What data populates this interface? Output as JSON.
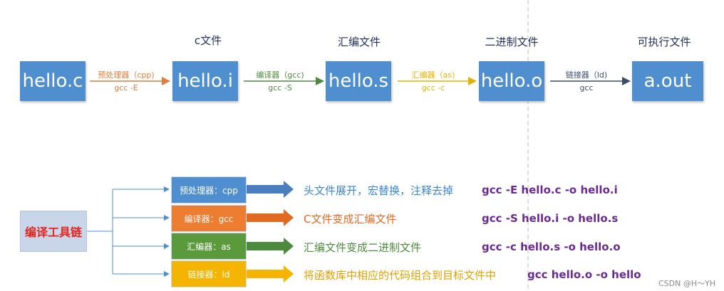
{
  "file_titles": [
    "c文件",
    "汇编文件",
    "二进制文件",
    "可执行文件"
  ],
  "stages": [
    "hello.c",
    "hello.i",
    "hello.s",
    "hello.o",
    "a.out"
  ],
  "steps": [
    {
      "tool": "预处理器（cpp)",
      "cmd": "gcc -E",
      "color": "#e07b39"
    },
    {
      "tool": "编译器（gcc)",
      "cmd": "gcc -S",
      "color": "#4e8a3e"
    },
    {
      "tool": "汇编器（as)",
      "cmd": "gcc -c",
      "color": "#e7b000"
    },
    {
      "tool": "链接器（ld)",
      "cmd": "gcc",
      "color": "#3a4d6b"
    }
  ],
  "toolchain": {
    "label": "编译工具链",
    "items": [
      {
        "name": "预处理器：cpp",
        "desc": "头文件展开，宏替换，注释去掉",
        "cmd": "gcc -E hello.c -o hello.i",
        "color": "#4f8fd0",
        "arrow": "#4a7fbf",
        "desc_color": "#3a86d0"
      },
      {
        "name": "编译器：gcc",
        "desc": "C文件变成汇编文件",
        "cmd": "gcc -S hello.i -o hello.s",
        "color": "#ed7d31",
        "arrow": "#e06a22",
        "desc_color": "#e06a22"
      },
      {
        "name": "汇编器：as",
        "desc": "汇编文件变成二进制文件",
        "cmd": "gcc -c hello.s -o hello.o",
        "color": "#5a9a3c",
        "arrow": "#4e8a3e",
        "desc_color": "#4e8a3e"
      },
      {
        "name": "链接器：ld",
        "desc": "将函数库中相应的代码组合到目标文件中",
        "cmd": "gcc hello.o -o hello",
        "color": "#f5b400",
        "arrow": "#f5b400",
        "desc_color": "#e0a000"
      }
    ]
  },
  "watermark": "CSDN @H～YH"
}
